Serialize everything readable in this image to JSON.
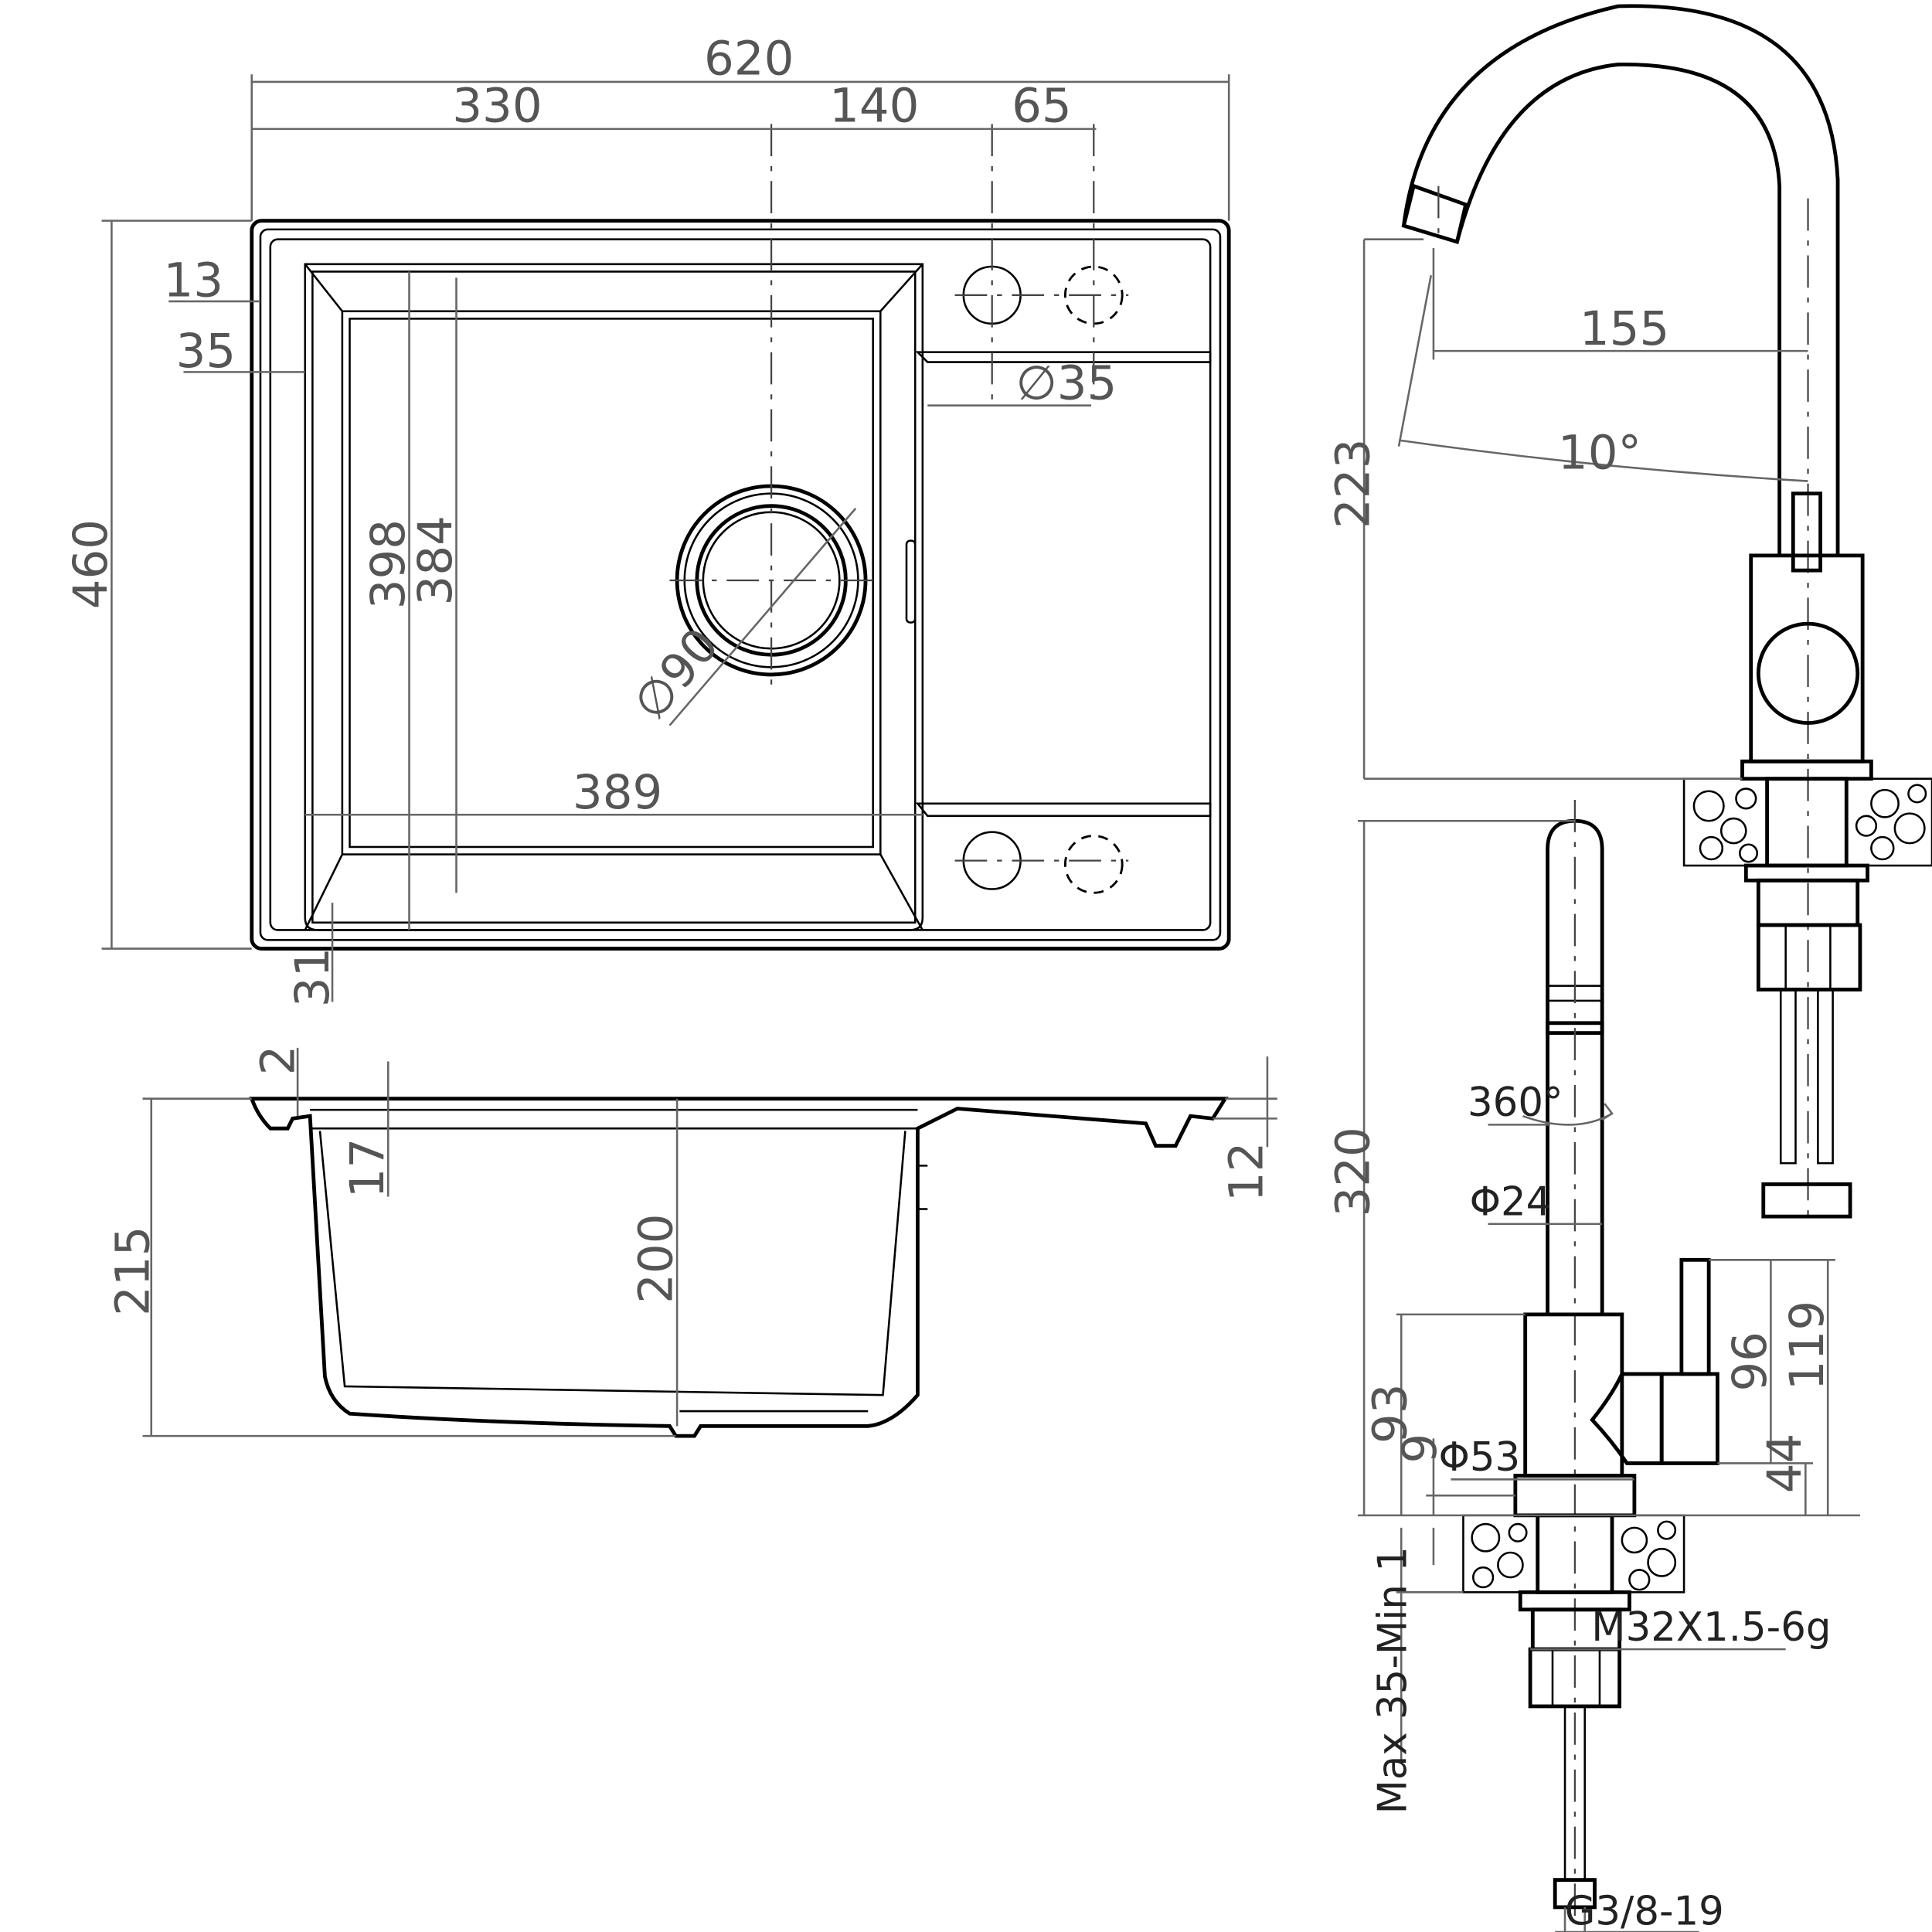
{
  "sink_top_view": {
    "overall_width": "620",
    "bowl_offset": "330",
    "tap_hole_spacing": "140",
    "tap_hole_offset": "65",
    "overall_depth": "460",
    "rim_edge": "13",
    "rim_inner": "35",
    "bowl_inner_depth": "398",
    "bowl_bottom_depth": "384",
    "bowl_width": "389",
    "drain_diameter": "∅90",
    "tap_hole_diameter": "∅35",
    "front_rim": "31"
  },
  "sink_section_view": {
    "rim_height": "2",
    "lip_height": "17",
    "drainboard_thickness": "12",
    "overall_height": "215",
    "bowl_height": "200"
  },
  "faucet_side_view": {
    "spout_height": "223",
    "spout_reach": "155",
    "spout_angle": "10°"
  },
  "faucet_front_view": {
    "total_height": "320",
    "rotation": "360°",
    "spout_diameter": "Φ24",
    "handle_height": "119",
    "handle_body": "96",
    "body_height": "93",
    "handle_low": "44",
    "base_gap": "9",
    "base_diameter": "Φ53",
    "thread": "M32X1.5-6g",
    "mount_thickness": "Max 35-Min 1",
    "hose_thread": "G3/8-19"
  }
}
